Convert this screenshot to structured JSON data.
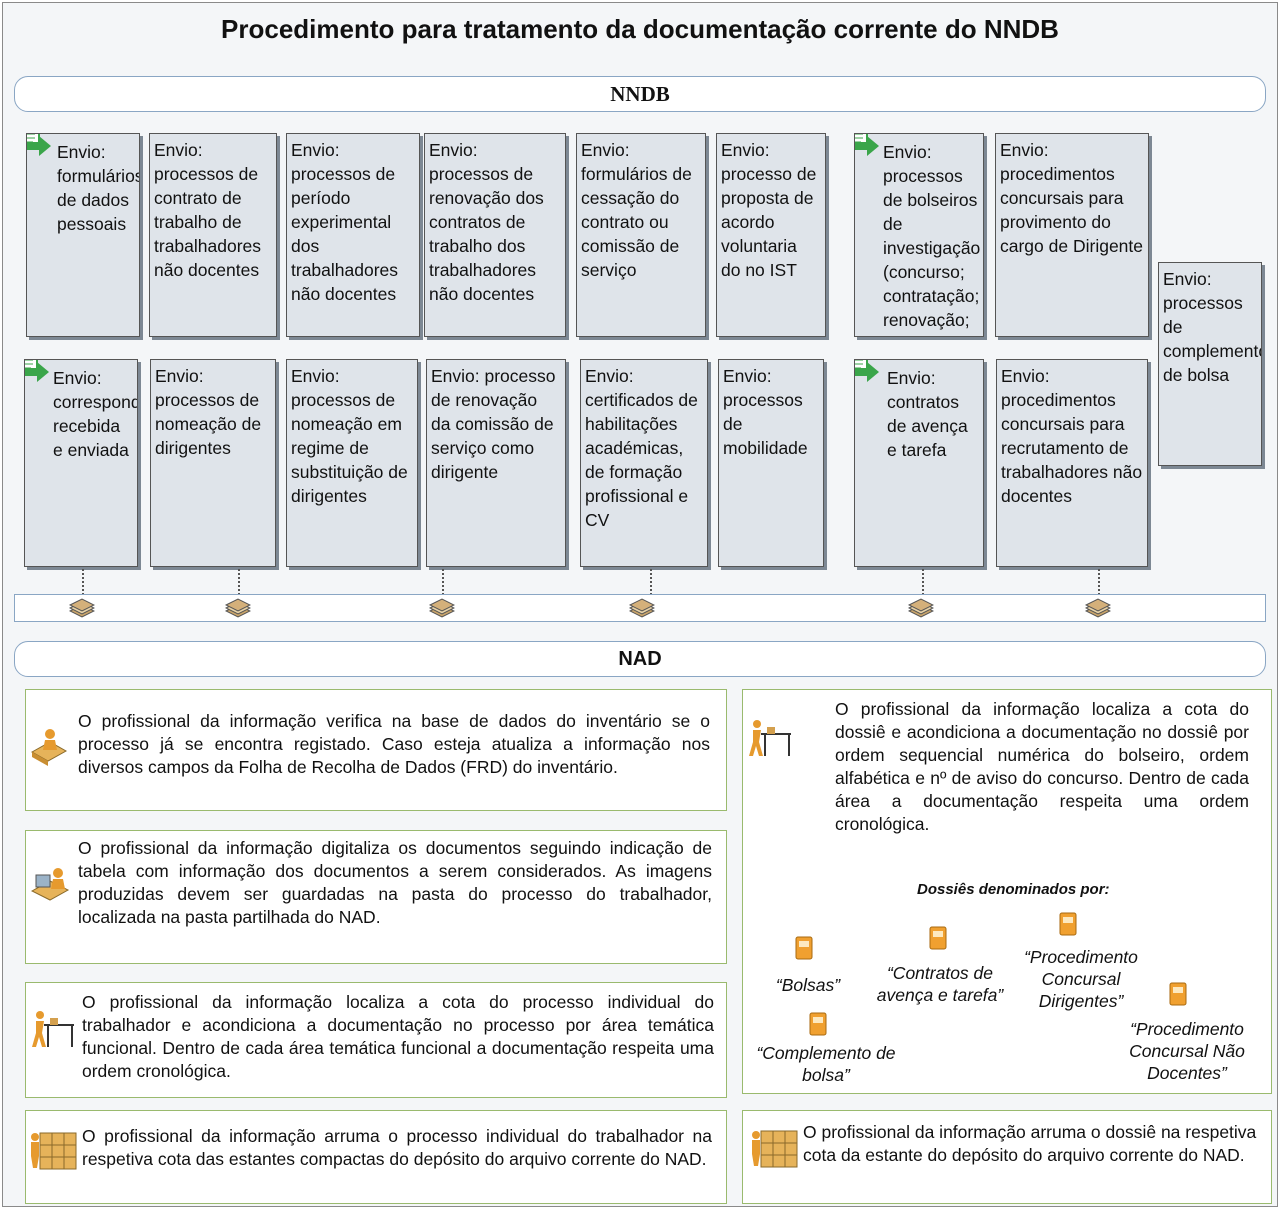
{
  "title": "Procedimento para tratamento da documentação corrente do NNDB",
  "lanes": {
    "nndb": "NNDB",
    "nad": "NAD"
  },
  "boxes": [
    "Envio: formulários de dados pessoais",
    "Envio: processos de contrato de trabalho de trabalhadores não docentes",
    "Envio: processos de período experimental dos trabalhadores não docentes",
    "Envio: processos de renovação dos contratos de trabalho dos trabalhadores não docentes",
    "Envio: formulários de cessação do contrato ou comissão de serviço",
    "Envio: processo de proposta de acordo voluntaria do no IST",
    "Envio: processos de bolseiros de investigação (concurso; contratação; renovação; cessação)",
    "Envio: procedimentos concursais para provimento do cargo de Dirigente",
    "Envio: processos de complemento de bolsa",
    "Envio: correspondência recebida e enviada",
    "Envio: processos de nomeação de dirigentes",
    "Envio: processos de nomeação em regime de substituição de dirigentes",
    "Envio: processo de renovação da comissão de serviço como dirigente",
    "Envio: certificados de habilitações académicas, de formação profissional e CV",
    "Envio: processos de mobilidade",
    "Envio: contratos de avença e tarefa",
    "Envio: procedimentos concursais para recrutamento de trabalhadores não docentes"
  ],
  "steps_left": [
    "O profissional da informação verifica na base de dados do inventário se o processo já se encontra registado. Caso esteja atualiza a informação nos diversos campos da Folha de Recolha de Dados (FRD) do inventário.",
    "O profissional da informação digitaliza os documentos seguindo indicação de tabela com informação dos documentos a serem considerados. As imagens produzidas devem ser guardadas na pasta do processo do trabalhador, localizada na pasta partilhada do NAD.",
    "O profissional da informação localiza a cota do processo individual do trabalhador e acondiciona a documentação no processo por área temática funcional. Dentro de cada área temática funcional a documentação respeita uma ordem cronológica.",
    "O profissional da informação arruma o processo individual do trabalhador na respetiva cota das estantes compactas do depósito do arquivo corrente do NAD."
  ],
  "steps_right": [
    "O profissional da informação localiza a cota do dossiê e acondiciona a documentação no dossiê por ordem sequencial numérica do bolseiro, ordem alfabética e nº de aviso do concurso. Dentro de cada área a documentação respeita uma ordem cronológica.",
    "O profissional da informação arruma o dossiê na respetiva cota da estante do depósito do arquivo corrente do NAD."
  ],
  "dossiers": {
    "heading": "Dossiês denominados por:",
    "items": [
      "“Bolsas”",
      "“Contratos de avença e tarefa”",
      "“Procedimento Concursal Dirigentes”",
      "“Complemento de bolsa”",
      "“Procedimento Concursal Não Docentes”"
    ]
  },
  "colors": {
    "box_fill": "#dfe4ea",
    "lane_border": "#8aa6c4",
    "panel_border": "#9aba6e",
    "arrow_green": "#3aa54a",
    "binder": "#f0a030"
  },
  "icons": [
    "send-document-icon",
    "document-stack-icon",
    "worker-desk-icon",
    "worker-computer-icon",
    "worker-table-icon",
    "worker-shelves-icon",
    "binder-icon"
  ]
}
